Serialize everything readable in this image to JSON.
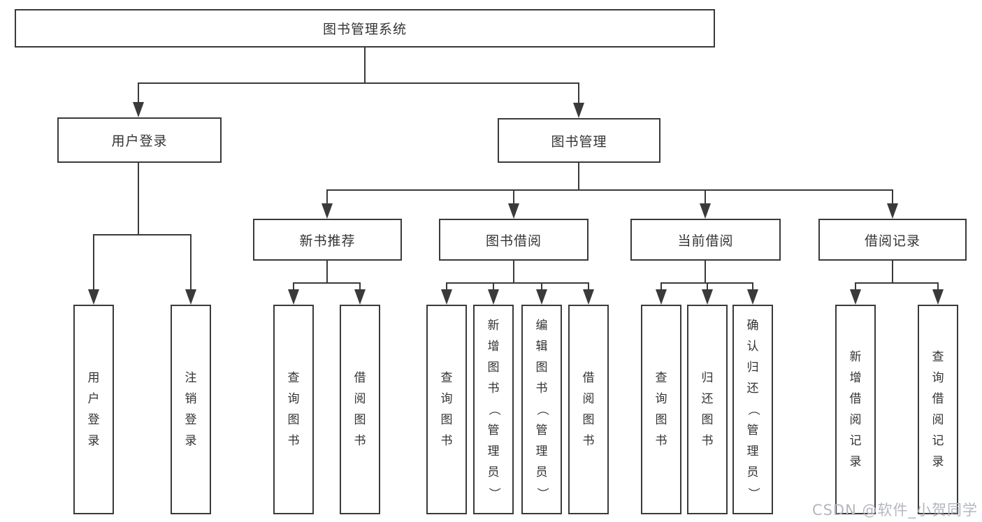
{
  "diagram": {
    "type": "hierarchy",
    "tree": {
      "label": "图书管理系统",
      "children": [
        {
          "label": "用户登录",
          "children": [
            {
              "label": "用户登录"
            },
            {
              "label": "注销登录"
            }
          ]
        },
        {
          "label": "图书管理",
          "children": [
            {
              "label": "新书推荐",
              "children": [
                {
                  "label": "查询图书"
                },
                {
                  "label": "借阅图书"
                }
              ]
            },
            {
              "label": "图书借阅",
              "children": [
                {
                  "label": "查询图书"
                },
                {
                  "label": "新增图书（管理员）"
                },
                {
                  "label": "编辑图书（管理员）"
                },
                {
                  "label": "借阅图书"
                }
              ]
            },
            {
              "label": "当前借阅",
              "children": [
                {
                  "label": "查询图书"
                },
                {
                  "label": "归还图书"
                },
                {
                  "label": "确认归还（管理员）"
                }
              ]
            },
            {
              "label": "借阅记录",
              "children": [
                {
                  "label": "新增借阅记录"
                },
                {
                  "label": "查询借阅记录"
                }
              ]
            }
          ]
        }
      ]
    }
  },
  "watermark": {
    "text": "CSDN @软件_小贺同学",
    "color": "#b3b7bd"
  },
  "colors": {
    "line": "#3a3a3a",
    "text": "#333333",
    "background": "#ffffff"
  }
}
